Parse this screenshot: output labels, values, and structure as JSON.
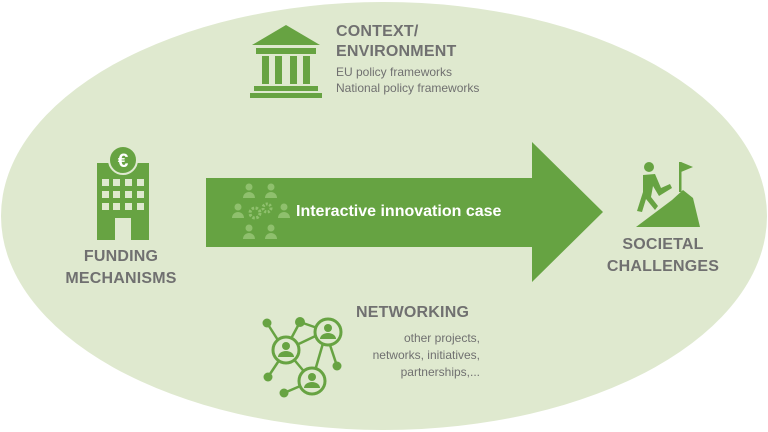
{
  "colors": {
    "ellipse": "#dfe9cf",
    "green": "#67a342",
    "arrow": "#66a342",
    "text": "#707070",
    "arrow_icon": "#8fc06d"
  },
  "context": {
    "title": "CONTEXT/\nENVIRONMENT",
    "line1": "EU policy frameworks",
    "line2": "National policy frameworks",
    "icon": "government-building-icon"
  },
  "funding": {
    "title": "FUNDING\nMECHANISMS",
    "icon": "euro-bank-building-icon",
    "icon_symbol": "€"
  },
  "center": {
    "label": "Interactive innovation case",
    "icon": "people-collaboration-gears-icon"
  },
  "societal": {
    "title": "SOCIETAL\nCHALLENGES",
    "icon": "person-climbing-to-flag-icon"
  },
  "networking": {
    "title": "NETWORKING",
    "lines": "other projects,\nnetworks, initiatives,\npartnerships,...",
    "icon": "network-people-icon"
  }
}
